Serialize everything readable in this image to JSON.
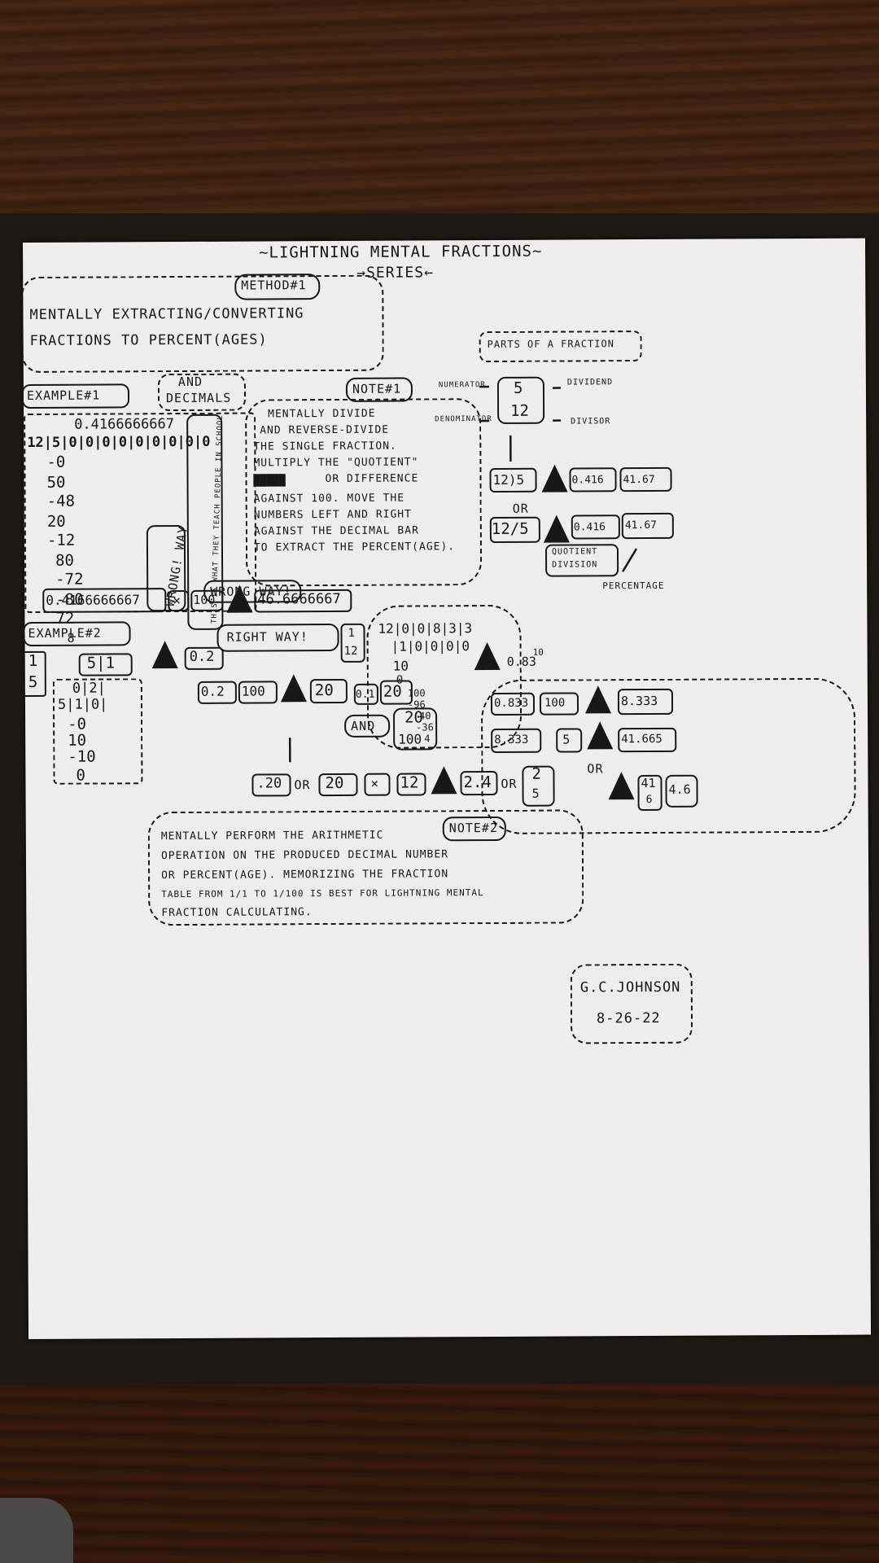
{
  "title": "~LIGHTNING MENTAL FRACTIONS~",
  "subtitle": "→SERIES←",
  "method_label": "METHOD#1",
  "method_text_1": "MENTALLY EXTRACTING/CONVERTING",
  "method_text_2": "FRACTIONS TO PERCENT(AGES)",
  "method_text_3a": "AND",
  "method_text_3b": "DECIMALS",
  "parts_title": "PARTS OF A FRACTION",
  "parts": {
    "numerator": "NUMERATOR",
    "denominator": "DENOMINATOR",
    "dividend": "DIVIDEND",
    "divisor": "DIVISOR",
    "num": "5",
    "den": "12",
    "percentage": "PERCENTAGE"
  },
  "example1": {
    "label": "EXAMPLE#1",
    "quotient": "0.4166666667",
    "dividend_row": "12|5|0|0|0|0|0|0|0|0|0",
    "steps": [
      "-0",
      "50",
      "-48",
      "20",
      "-12",
      "80",
      "-72",
      "-80",
      "72",
      "8"
    ],
    "wrong": "WRONG! WAY",
    "vertical_note": "THIS IS WHAT THEY TEACH PEOPLE IN SCHOOL",
    "result_a": "0.4166666667",
    "result_b": "100",
    "result_c": "46.6666667",
    "wrong_way": "WRONG WAY!"
  },
  "note1": {
    "label": "NOTE#1",
    "lines": [
      "MENTALLY DIVIDE",
      "AND REVERSE-DIVIDE",
      "THE SINGLE FRACTION.",
      "MULTIPLY THE \"QUOTIENT\"",
      "OR DIFFERENCE",
      "AGAINST 100. MOVE THE",
      "NUMBERS LEFT AND RIGHT",
      "AGAINST THE DECIMAL BAR",
      "TO EXTRACT THE PERCENT(AGE)."
    ]
  },
  "parts_calc": {
    "a": "12)5",
    "b": "0.416",
    "c": "41.67",
    "or": "OR",
    "d": "12/5",
    "e": "0.416",
    "f": "41.67",
    "quotient": "QUOTIENT",
    "division": "DIVISION"
  },
  "example2": {
    "label": "EXAMPLE#2",
    "frac_num": "1",
    "frac_den": "5",
    "div": "5|1",
    "res": "0.2",
    "long_q": "0|2|",
    "long_row": "5|1|0|",
    "long_steps": [
      "-0",
      "10",
      "-10",
      "0"
    ],
    "m1": "0.2",
    "m2": "100",
    "m3": "20",
    "or1": "0.1",
    "or2": "20",
    "and": "AND",
    "frac20": "20",
    "frac100": "100",
    "arrow_row": [
      ".20",
      "OR",
      "20",
      "12",
      "2.4",
      "OR",
      "2",
      "5"
    ]
  },
  "right_way": {
    "label": "RIGHT WAY!",
    "frac_num": "1",
    "frac_den": "12",
    "row": "12|0|0|8|3|3",
    "row2": "|1|0|0|0|0",
    "steps": [
      "10",
      "0",
      "100",
      "-96",
      "40",
      "-36",
      "4"
    ],
    "res": "0.83",
    "sup": "10",
    "c1": "0.833",
    "c2": "100",
    "c3": "8.333",
    "c4": "8.333",
    "c5": "5",
    "c6": "41.665",
    "or": "OR",
    "c7": "41",
    "c8": "6",
    "c9": "4.6"
  },
  "note2": {
    "label": "NOTE#2",
    "lines": [
      "MENTALLY PERFORM THE ARITHMETIC",
      "OPERATION ON THE PRODUCED DECIMAL NUMBER",
      "OR PERCENT(AGE). MEMORIZING THE FRACTION",
      "TABLE FROM 1/1 TO 1/100 IS BEST FOR LIGHTNING MENTAL",
      "FRACTION CALCULATING."
    ]
  },
  "signature": {
    "name": "G.C.JOHNSON",
    "date": "8-26-22"
  }
}
